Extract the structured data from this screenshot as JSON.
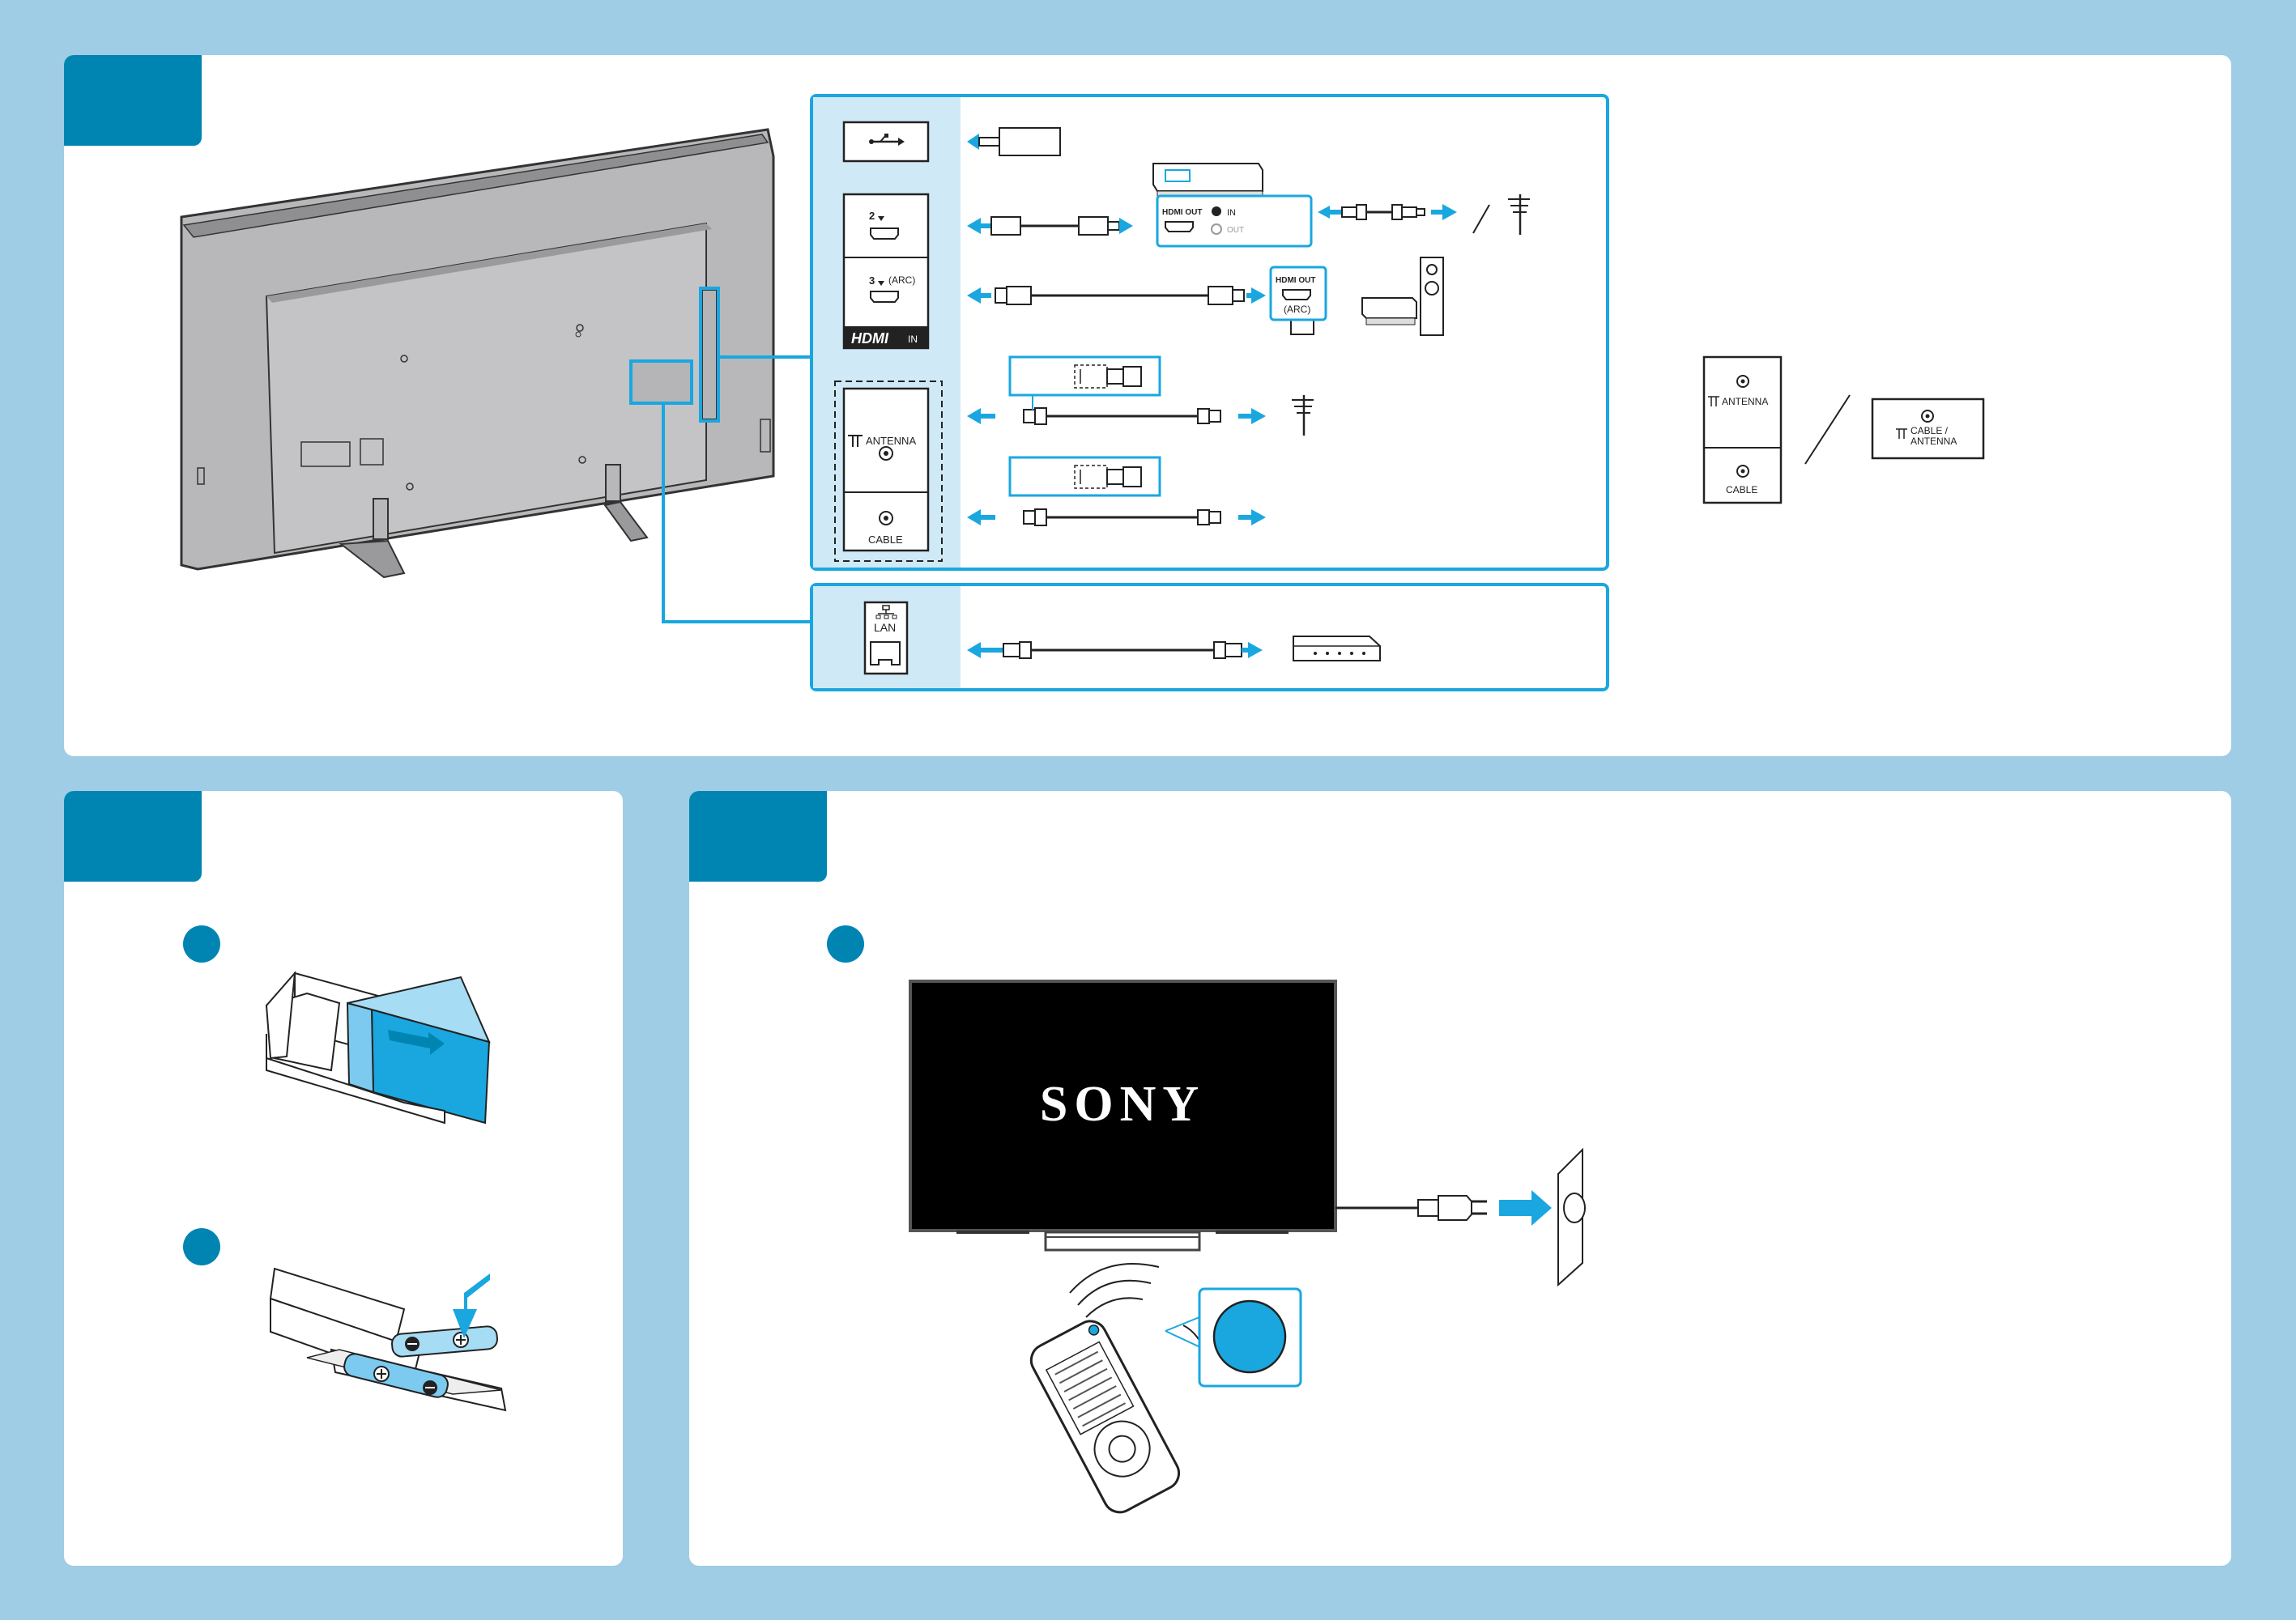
{
  "ports": {
    "hdmi_2_label": "2",
    "hdmi_3_label": "3",
    "arc_label": "(ARC)",
    "hdmi_in_label": "IN",
    "hdmi_logo": "HDMI",
    "antenna_label": "ANTENNA",
    "cable_label": "CABLE",
    "lan_label": "LAN"
  },
  "devices": {
    "stb_hdmi_out": "HDMI OUT",
    "stb_in": "IN",
    "stb_out": "OUT",
    "av_hdmi_out": "HDMI OUT",
    "av_arc": "(ARC)"
  },
  "alt_ports": {
    "antenna_label": "ANTENNA",
    "cable_label": "CABLE",
    "cable_antenna_line1": "CABLE /",
    "cable_antenna_line2": "ANTENNA"
  },
  "tv": {
    "brand": "SONY"
  },
  "colors": {
    "background": "#9fcde5",
    "accent": "#0085b2",
    "highlight": "#1aa7e0",
    "light_blue": "#cfe9f7",
    "tv_body": "#b8b8ba"
  },
  "icons": {
    "usb": "usb-icon",
    "lan": "lan-icon",
    "antenna": "antenna-icon",
    "plug": "power-plug-icon"
  }
}
